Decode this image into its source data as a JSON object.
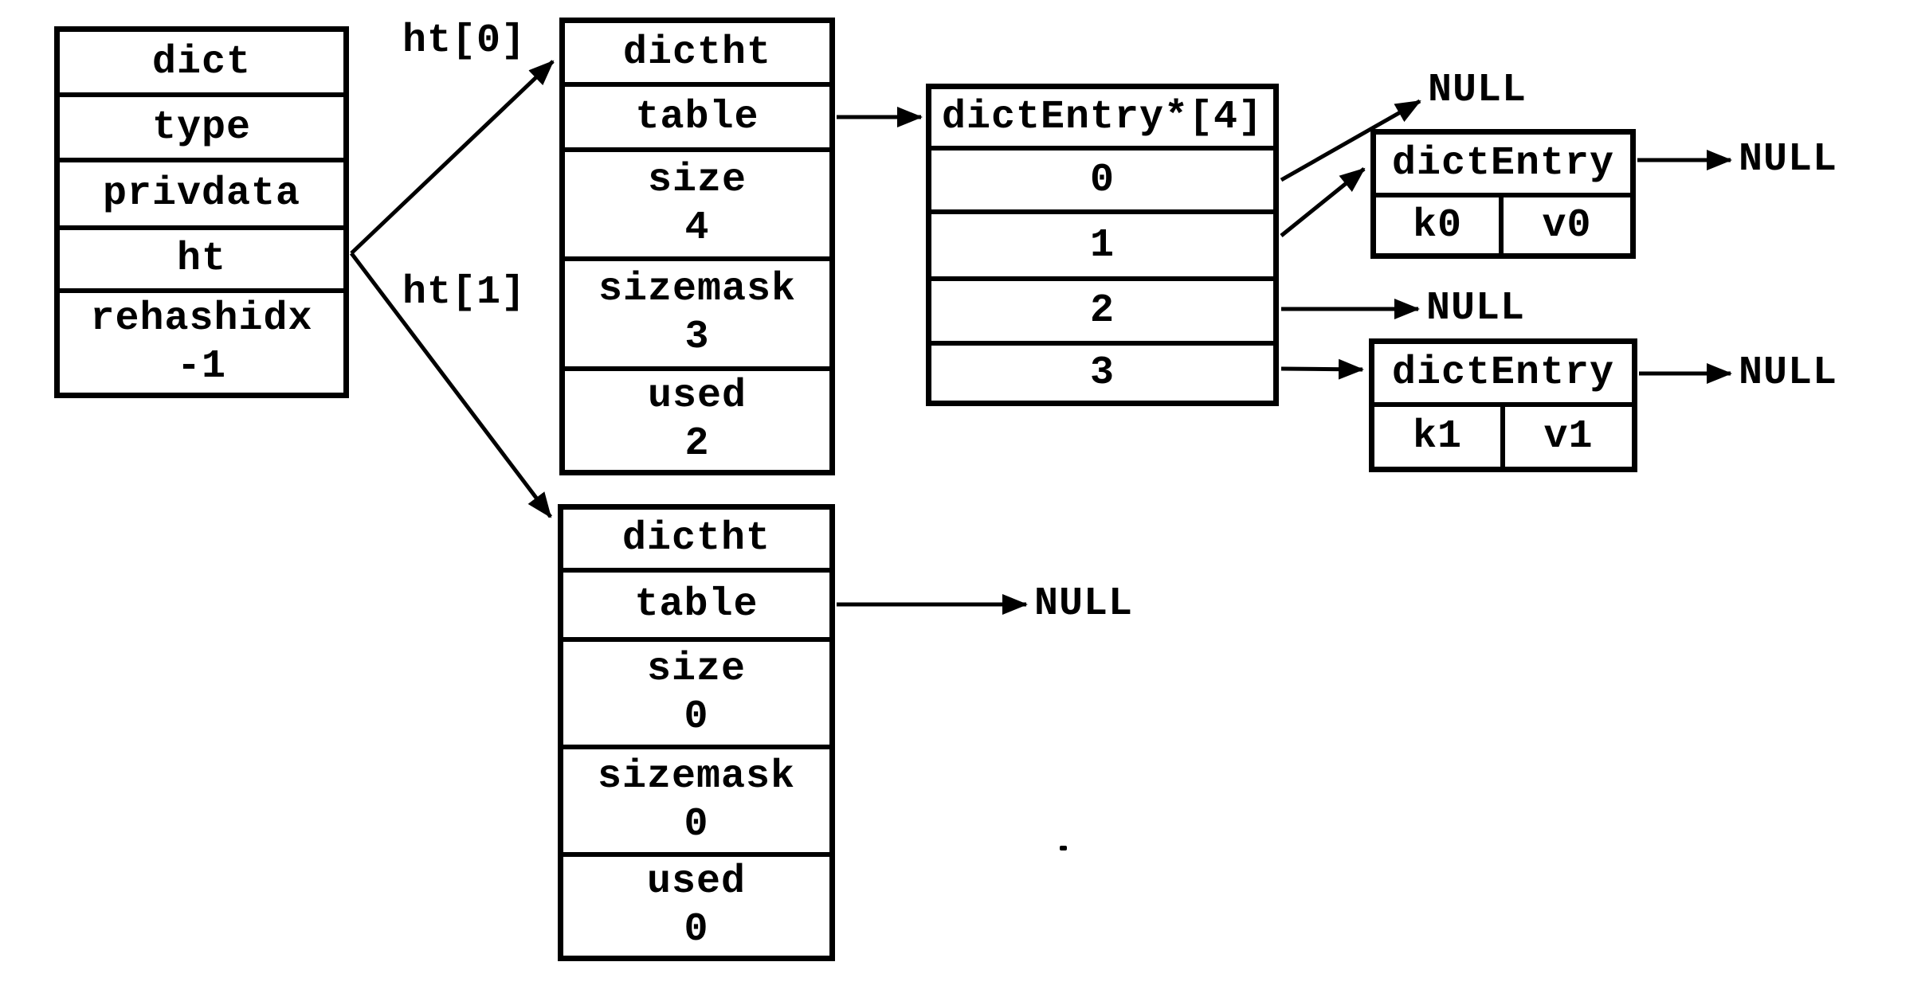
{
  "colors": {
    "ink": "#000000",
    "paper": "#ffffff"
  },
  "pointer_labels": {
    "ht0": "ht[0]",
    "ht1": "ht[1]"
  },
  "dict_box": {
    "title": "dict",
    "type": "type",
    "privdata": "privdata",
    "ht": "ht",
    "rehashidx_label": "rehashidx",
    "rehashidx_value": "-1"
  },
  "hashtable0": {
    "title": "dictht",
    "table_label": "table",
    "size_label": "size",
    "size_value": "4",
    "sizemask_label": "sizemask",
    "sizemask_value": "3",
    "used_label": "used",
    "used_value": "2"
  },
  "hashtable1": {
    "title": "dictht",
    "table_label": "table",
    "size_label": "size",
    "size_value": "0",
    "sizemask_label": "sizemask",
    "sizemask_value": "0",
    "used_label": "used",
    "used_value": "0"
  },
  "bucket_array": {
    "header": "dictEntry*[4]",
    "slots": [
      "0",
      "1",
      "2",
      "3"
    ]
  },
  "entry0": {
    "title": "dictEntry",
    "key": "k0",
    "value": "v0"
  },
  "entry1": {
    "title": "dictEntry",
    "key": "k1",
    "value": "v1"
  },
  "nulls": {
    "slot0": "NULL",
    "slot2": "NULL",
    "entry0_next": "NULL",
    "entry1_next": "NULL",
    "ht1_table": "NULL"
  }
}
